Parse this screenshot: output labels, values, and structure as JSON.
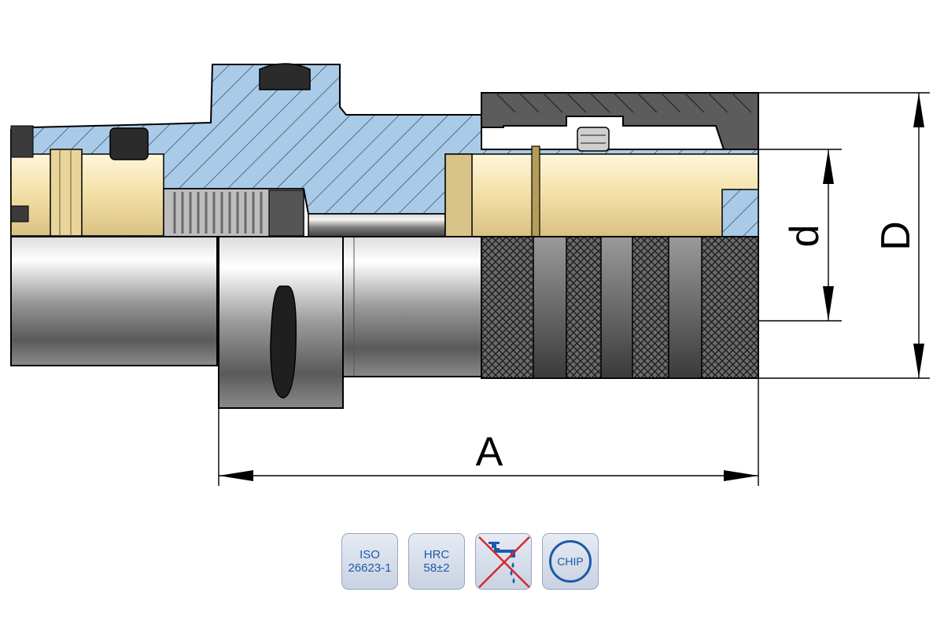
{
  "dimensions": {
    "length_label": "A",
    "outer_diameter_label": "D",
    "inner_diameter_label": "d"
  },
  "badges": [
    {
      "id": "iso",
      "line1": "ISO",
      "line2": "26623-1"
    },
    {
      "id": "hrc",
      "line1": "HRC",
      "line2": "58±2"
    },
    {
      "id": "coolant",
      "icon": "no-coolant-icon"
    },
    {
      "id": "chip",
      "line1": "CHIP"
    }
  ],
  "colors": {
    "section_fill": "#a9cbe8",
    "bore_fill": "#f6e6b8",
    "badge_text": "#1b5aa8",
    "cross_out": "#d7262b"
  }
}
